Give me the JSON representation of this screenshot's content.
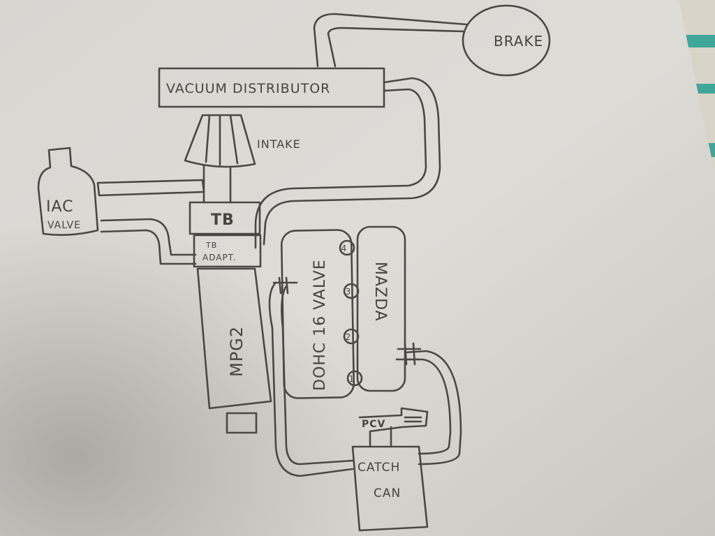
{
  "title": "Vacuum and PCV routing sketch",
  "labels": {
    "brake": "BRAKE",
    "vacuum_distributor": "VACUUM DISTRIBUTOR",
    "intake": "INTAKE",
    "iac_valve_line1": "IAC",
    "iac_valve_line2": "VALVE",
    "tb": "TB",
    "tb_adapt_line1": "TB",
    "tb_adapt_line2": "ADAPT.",
    "mpg2": "MPG2",
    "engine": "DOHC 16 VALVE",
    "mazda": "MAZDA",
    "cylinders": [
      "1",
      "2",
      "3",
      "4"
    ],
    "pcv": "PCV",
    "catch_can_line1": "CATCH",
    "catch_can_line2": "CAN"
  },
  "colors": {
    "paper": "#dcdad5",
    "ink": "#4a4844",
    "cloth_stripe": "#3fa69a"
  }
}
